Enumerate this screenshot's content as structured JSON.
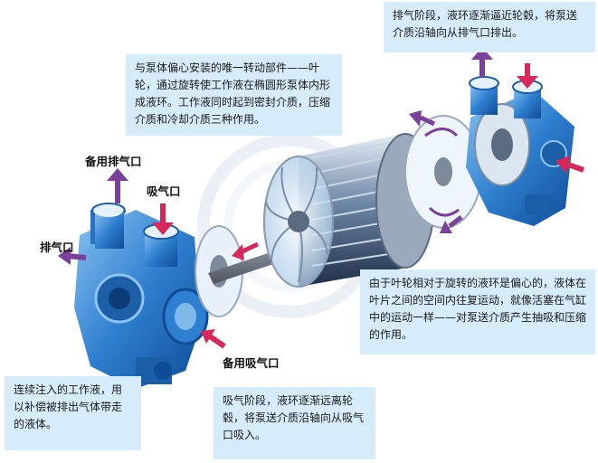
{
  "captions": {
    "exhaust_phase": "排气阶段，液环逐渐逼近轮毂，将泵送介质沿轴向从排气口排出。",
    "impeller": "与泵体偏心安装的唯一转动部件——叶轮，通过旋转使工作液在椭圆形泵体内形成液环。工作液同时起到密封介质，压缩介质和冷却介质三种作用。",
    "eccentric_ring": "由于叶轮相对于旋转的液环是偏心的，液体在叶片之间的空间内往复运动，就像活塞在气缸中的运动一样——对泵送介质产生抽吸和压缩的作用。",
    "working_liquid": "连续注入的工作液，用以补偿被排出气体带走的液体。",
    "suction_phase": "吸气阶段，液环逐渐远离轮毂，将泵送介质沿轴向从吸气口吸入。"
  },
  "labels": {
    "backup_exhaust": "备用排气口",
    "suction_port": "吸气口",
    "exhaust_port": "排气口",
    "backup_suction": "备用吸气口"
  },
  "colors": {
    "caption_bg": "#d6ecfa",
    "pump_blue": "#2f7fd0",
    "arrow_red": "#d6285a",
    "arrow_purple": "#7b3f9c",
    "shaft_grey": "#9aa2ad"
  }
}
